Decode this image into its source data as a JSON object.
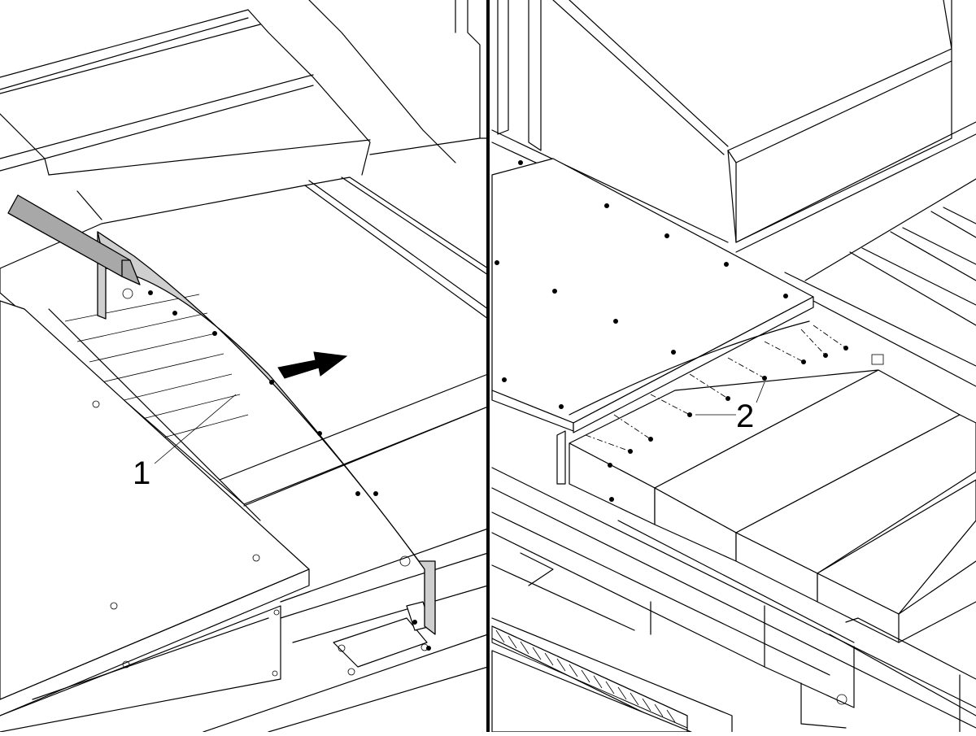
{
  "callouts": [
    {
      "id": "1",
      "label": "1"
    },
    {
      "id": "2",
      "label": "2"
    }
  ],
  "colors": {
    "background": "#ffffff",
    "line": "#000000",
    "highlight_part": "#cfcfcf",
    "tool": "#a8a8a8"
  },
  "panels": [
    {
      "id": "left",
      "arrow_icon": "direction-arrow-icon"
    },
    {
      "id": "right"
    }
  ]
}
